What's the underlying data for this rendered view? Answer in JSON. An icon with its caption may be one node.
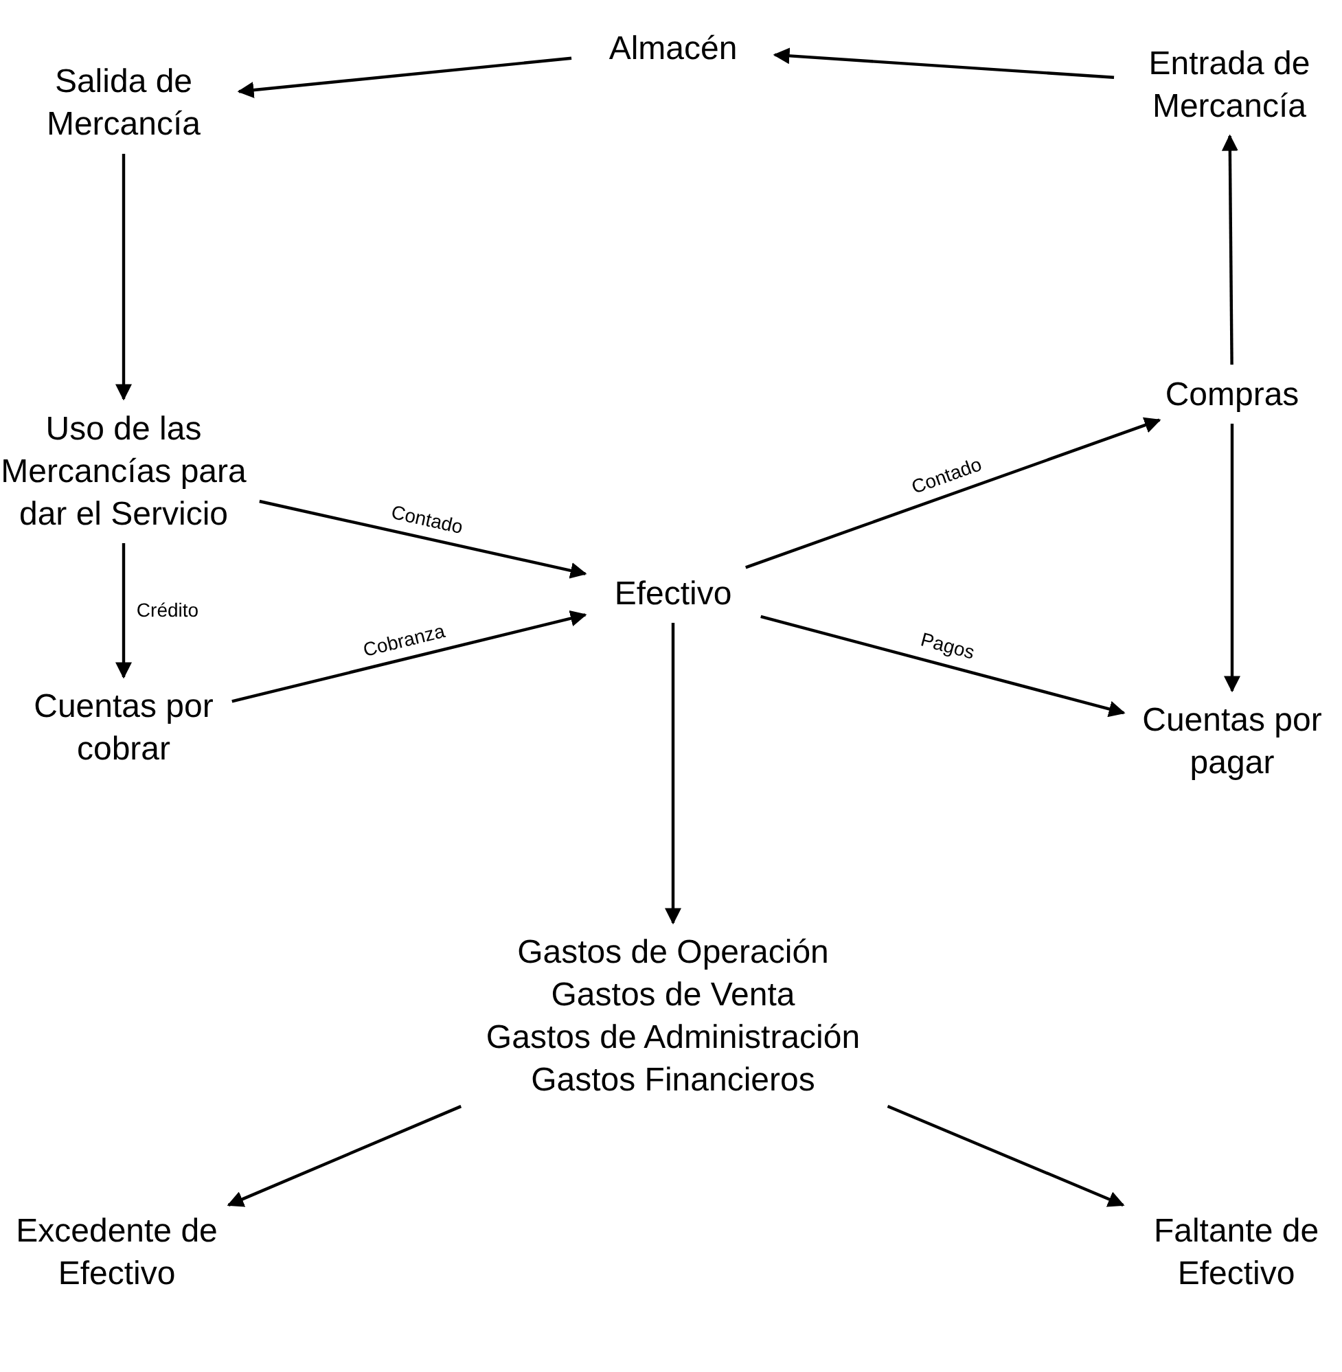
{
  "diagram": {
    "nodes": [
      {
        "text": [
          "Almacén"
        ]
      },
      {
        "text": [
          "Salida de Mercancía"
        ]
      },
      {
        "text": [
          "Entrada de Mercancía"
        ]
      },
      {
        "text": [
          "Uso de las Mercancías para dar el Servicio"
        ]
      },
      {
        "text": [
          "Compras"
        ]
      },
      {
        "text": [
          "Efectivo"
        ]
      },
      {
        "text": [
          "Cuentas por cobrar"
        ]
      },
      {
        "text": [
          "Cuentas por pagar"
        ]
      },
      {
        "text": [
          "Gastos de Operación",
          "Gastos de Venta",
          "Gastos de Administración",
          "Gastos Financieros"
        ]
      },
      {
        "text": [
          "Excedente de Efectivo"
        ]
      },
      {
        "text": [
          "Faltante de Efectivo"
        ]
      }
    ],
    "edges": [
      {
        "from": 0,
        "to": 1,
        "arrow": "to"
      },
      {
        "from": 2,
        "to": 0,
        "arrow": "to"
      },
      {
        "from": 1,
        "to": 3,
        "arrow": "to"
      },
      {
        "from": 4,
        "to": 2,
        "arrow": "to"
      },
      {
        "from": 3,
        "to": 5,
        "arrow": "to",
        "label": "Contado"
      },
      {
        "from": 5,
        "to": 4,
        "arrow": "to",
        "label": "Contado"
      },
      {
        "from": 3,
        "to": 6,
        "arrow": "to",
        "label": "Crédito"
      },
      {
        "from": 6,
        "to": 5,
        "arrow": "to",
        "label": "Cobranza"
      },
      {
        "from": 4,
        "to": 7,
        "arrow": "to"
      },
      {
        "from": 5,
        "to": 7,
        "arrow": "to",
        "label": "Pagos"
      },
      {
        "from": 5,
        "to": 8,
        "arrow": "to"
      },
      {
        "from": 8,
        "to": 9,
        "arrow": "to"
      },
      {
        "from": 8,
        "to": 10,
        "arrow": "to"
      }
    ]
  }
}
